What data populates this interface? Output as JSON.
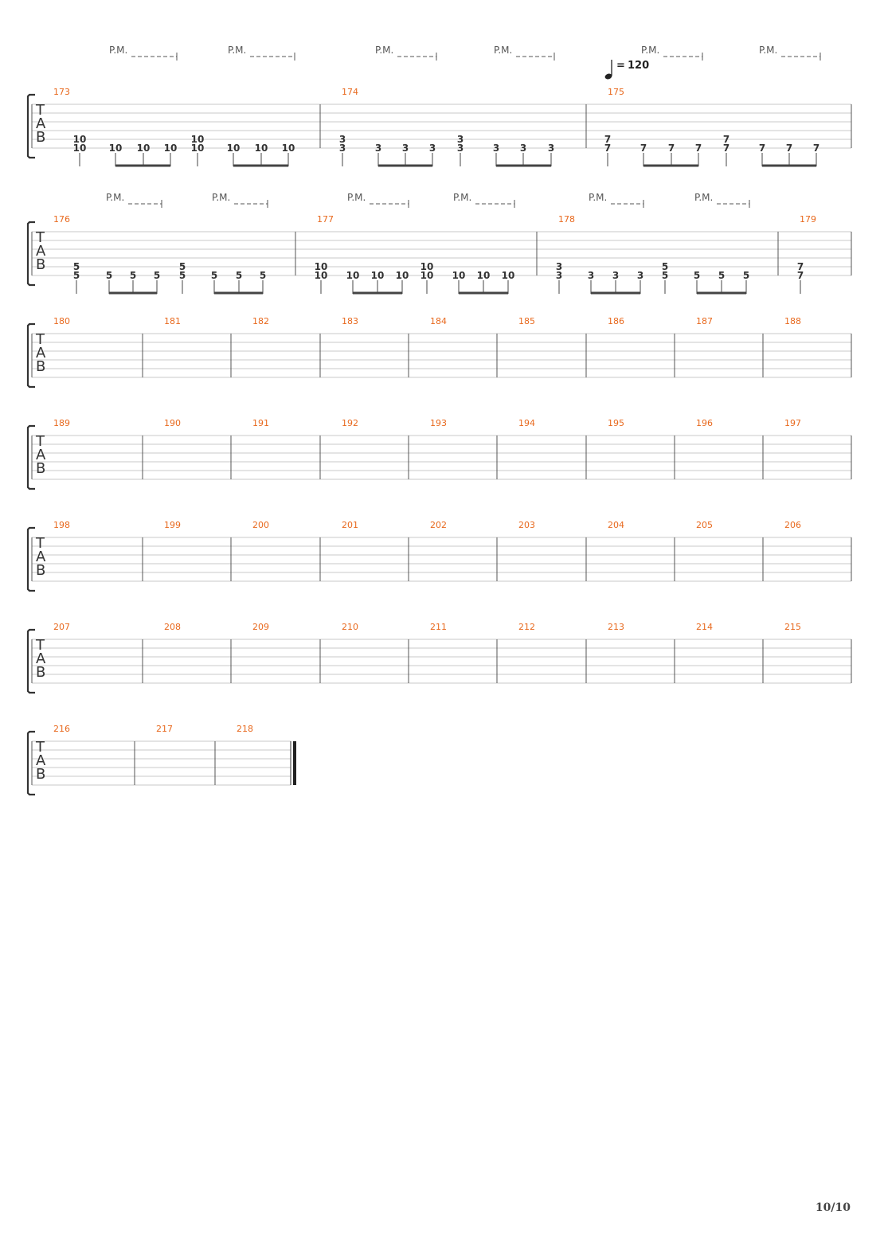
{
  "tab_clef": [
    "T",
    "A",
    "B"
  ],
  "pm_label": "P.M.",
  "tempo": "120",
  "tempo_prefix": "=",
  "page_number": "10/10",
  "systems": [
    {
      "measures": [
        {
          "number": "173",
          "chords": [
            [
              "10",
              "10"
            ],
            [
              "10"
            ],
            [
              "10"
            ],
            [
              "10"
            ],
            [
              "10",
              "10"
            ],
            [
              "10"
            ],
            [
              "10"
            ],
            [
              "10"
            ]
          ]
        },
        {
          "number": "174",
          "chords": [
            [
              "3",
              "3"
            ],
            [
              "3"
            ],
            [
              "3"
            ],
            [
              "3"
            ],
            [
              "3",
              "3"
            ],
            [
              "3"
            ],
            [
              "3"
            ],
            [
              "3"
            ]
          ]
        },
        {
          "number": "175",
          "chords": [
            [
              "7",
              "7"
            ],
            [
              "7"
            ],
            [
              "7"
            ],
            [
              "7"
            ],
            [
              "7",
              "7"
            ],
            [
              "7"
            ],
            [
              "7"
            ],
            [
              "7"
            ]
          ]
        }
      ]
    },
    {
      "measures": [
        {
          "number": "176",
          "chords": [
            [
              "5",
              "5"
            ],
            [
              "5"
            ],
            [
              "5"
            ],
            [
              "5"
            ],
            [
              "5",
              "5"
            ],
            [
              "5"
            ],
            [
              "5"
            ],
            [
              "5"
            ]
          ]
        },
        {
          "number": "177",
          "chords": [
            [
              "10",
              "10"
            ],
            [
              "10"
            ],
            [
              "10"
            ],
            [
              "10"
            ],
            [
              "10",
              "10"
            ],
            [
              "10"
            ],
            [
              "10"
            ],
            [
              "10"
            ]
          ]
        },
        {
          "number": "178",
          "chords": [
            [
              "3",
              "3"
            ],
            [
              "3"
            ],
            [
              "3"
            ],
            [
              "3"
            ],
            [
              "5",
              "5"
            ],
            [
              "5"
            ],
            [
              "5"
            ],
            [
              "5"
            ]
          ]
        },
        {
          "number": "179",
          "chords": [
            [
              "7",
              "7"
            ]
          ]
        }
      ]
    },
    {
      "measures": [
        {
          "number": "180"
        },
        {
          "number": "181"
        },
        {
          "number": "182"
        },
        {
          "number": "183"
        },
        {
          "number": "184"
        },
        {
          "number": "185"
        },
        {
          "number": "186"
        },
        {
          "number": "187"
        },
        {
          "number": "188"
        }
      ]
    },
    {
      "measures": [
        {
          "number": "189"
        },
        {
          "number": "190"
        },
        {
          "number": "191"
        },
        {
          "number": "192"
        },
        {
          "number": "193"
        },
        {
          "number": "194"
        },
        {
          "number": "195"
        },
        {
          "number": "196"
        },
        {
          "number": "197"
        }
      ]
    },
    {
      "measures": [
        {
          "number": "198"
        },
        {
          "number": "199"
        },
        {
          "number": "200"
        },
        {
          "number": "201"
        },
        {
          "number": "202"
        },
        {
          "number": "203"
        },
        {
          "number": "204"
        },
        {
          "number": "205"
        },
        {
          "number": "206"
        }
      ]
    },
    {
      "measures": [
        {
          "number": "207"
        },
        {
          "number": "208"
        },
        {
          "number": "209"
        },
        {
          "number": "210"
        },
        {
          "number": "211"
        },
        {
          "number": "212"
        },
        {
          "number": "213"
        },
        {
          "number": "214"
        },
        {
          "number": "215"
        }
      ]
    },
    {
      "measures": [
        {
          "number": "216"
        },
        {
          "number": "217"
        },
        {
          "number": "218"
        }
      ]
    }
  ]
}
